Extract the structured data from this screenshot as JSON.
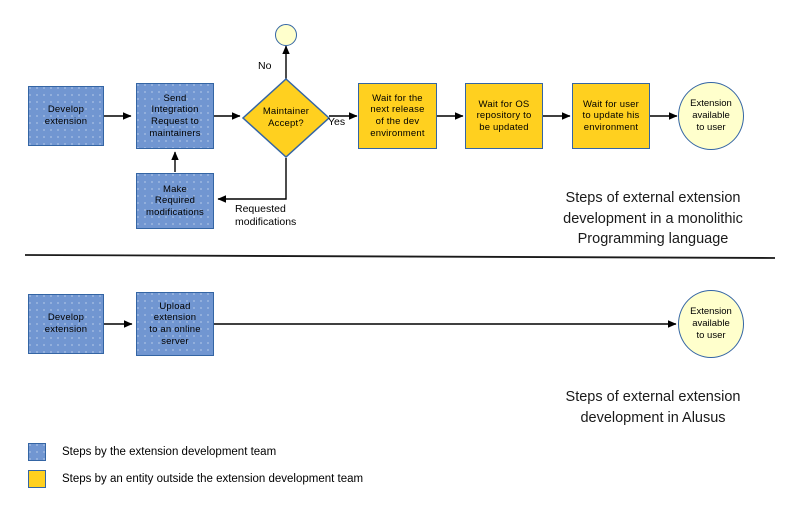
{
  "diagram": {
    "title_hidden": "",
    "colors": {
      "blue_fill": "#7196d1",
      "yellow_fill": "#ffd01f",
      "node_border": "#3465a4",
      "terminal_fill": "#ffffcc",
      "line": "#000000"
    }
  },
  "row1": {
    "nodes": [
      {
        "id": "develop-extension",
        "label": "Develop\nextension",
        "type": "process",
        "color": "blue"
      },
      {
        "id": "send-integration-request",
        "label": "Send\nIntegration\nRequest to\nmaintainers",
        "type": "process",
        "color": "blue"
      },
      {
        "id": "maintainer-accept",
        "label": "Maintainer\nAccept?",
        "type": "decision",
        "color": "yellow"
      },
      {
        "id": "wait-next-release",
        "label": "Wait for the\nnext release\nof the dev\nenvironment",
        "type": "process",
        "color": "yellow"
      },
      {
        "id": "wait-os-repository",
        "label": "Wait for OS\nrepository to\nbe updated",
        "type": "process",
        "color": "yellow"
      },
      {
        "id": "wait-user-update",
        "label": "Wait for user\nto update his\nenvironment",
        "type": "process",
        "color": "yellow"
      },
      {
        "id": "extension-available",
        "label": "Extension\navailable\nto user",
        "type": "terminal",
        "color": "pale-yellow"
      },
      {
        "id": "make-required-modifications",
        "label": "Make\nRequired\nmodifications",
        "type": "process",
        "color": "blue"
      }
    ],
    "edge_labels": {
      "no": "No",
      "yes": "Yes",
      "requested_modifications": "Requested\nmodifications"
    },
    "caption": "Steps of external extension\ndevelopment in a monolithic\nProgramming language"
  },
  "row2": {
    "nodes": [
      {
        "id": "develop-extension-2",
        "label": "Develop\nextension",
        "type": "process",
        "color": "blue"
      },
      {
        "id": "upload-extension",
        "label": "Upload\nextension\nto an online\nserver",
        "type": "process",
        "color": "blue"
      },
      {
        "id": "extension-available-2",
        "label": "Extension\navailable\nto user",
        "type": "terminal",
        "color": "pale-yellow"
      }
    ],
    "caption": "Steps of external extension\ndevelopment in Alusus"
  },
  "legend": {
    "items": [
      {
        "swatch": "blue",
        "label": "Steps by the extension development team"
      },
      {
        "swatch": "yellow",
        "label": "Steps by an entity outside the extension development team"
      }
    ]
  }
}
